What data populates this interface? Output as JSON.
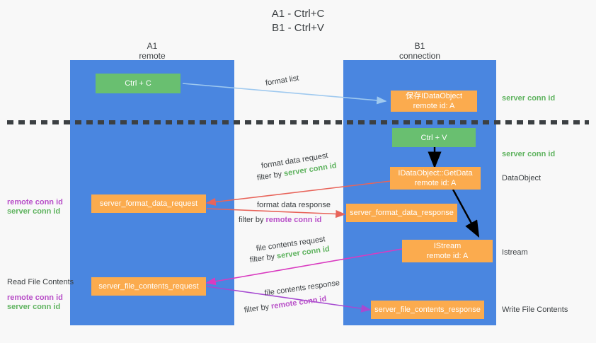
{
  "title": "A1 - Ctrl+C\nB1 - Ctrl+V",
  "lanes": [
    {
      "name": "A1",
      "sub": "remote",
      "header": "A1\nremote"
    },
    {
      "name": "B1",
      "sub": "connection",
      "header": "B1\nconnection"
    }
  ],
  "nodes": {
    "ctrl_c": "Ctrl + C",
    "ctrl_v": "Ctrl + V",
    "save_idataobject": "保存IDataObject\nremote id: A",
    "idataobject_getdata": "IDataObject::GetData\nremote id: A",
    "istream": "IStream\nremote id: A",
    "server_format_data_request": "server_format_data_request",
    "server_format_data_response": "server_format_data_response",
    "server_file_contents_request": "server_file_contents_request",
    "server_file_contents_response": "server_file_contents_response"
  },
  "edge_labels": {
    "format_list": "format list",
    "format_data_request": "format data request",
    "format_data_request_filter_prefix": "filter by ",
    "format_data_request_filter_value": "server conn id",
    "format_data_response": "format data response",
    "format_data_response_filter_prefix": "filter by ",
    "format_data_response_filter_value": "remote conn id",
    "file_contents_request": "file contents request",
    "file_contents_request_filter_prefix": "filter by ",
    "file_contents_request_filter_value": "server conn id",
    "file_contents_response": "file contents response",
    "file_contents_response_filter_prefix": "filter by ",
    "file_contents_response_filter_value": "remote conn id"
  },
  "right_annotations": {
    "server_conn_id_top": "server conn id",
    "server_conn_id_mid": "server conn id",
    "dataobject": "DataObject",
    "istream": "Istream",
    "write_file_contents": "Write File Contents"
  },
  "left_annotations": {
    "remote_conn_id_1": "remote conn id",
    "server_conn_id_1": "server conn id",
    "read_file_contents": "Read File Contents",
    "remote_conn_id_2": "remote conn id",
    "server_conn_id_2": "server conn id"
  },
  "colors": {
    "lane": "#4a86e0",
    "green_node": "#69bf70",
    "orange_node": "#fbab4e",
    "server_conn_id": "#5fb35f",
    "remote_conn_id": "#b84fc8",
    "arrow_light_blue": "#9fc9ef",
    "arrow_red": "#e8645a",
    "arrow_magenta": "#d93bc0",
    "arrow_purple": "#a64ad1",
    "arrow_black": "#000000",
    "background": "#f8f8f8",
    "text": "#3c4043"
  }
}
